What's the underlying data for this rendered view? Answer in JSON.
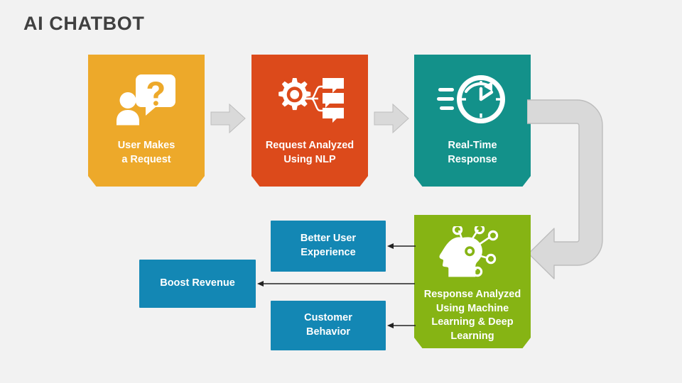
{
  "page": {
    "title": "AI CHATBOT",
    "background_color": "#f2f2f2",
    "title_color": "#404040"
  },
  "palette": {
    "orange": "#eda92a",
    "red_orange": "#dc4a1b",
    "teal": "#13918a",
    "green": "#86b414",
    "blue": "#1387b4",
    "gray_arrow": "#d9d9d9",
    "thin_arrow": "#222222"
  },
  "flow": {
    "steps": [
      {
        "id": "user-request",
        "label": "User Makes\na Request",
        "color": "#eda92a",
        "icon": "user-question-bubble-icon"
      },
      {
        "id": "request-analyzed-nlp",
        "label": "Request Analyzed\nUsing NLP",
        "color": "#dc4a1b",
        "icon": "gear-chat-bubbles-icon"
      },
      {
        "id": "real-time-response",
        "label": "Real-Time\nResponse",
        "color": "#13918a",
        "icon": "fast-clock-icon"
      },
      {
        "id": "response-analyzed-ml",
        "label": "Response Analyzed\nUsing Machine\nLearning & Deep\nLearning",
        "color": "#86b414",
        "icon": "ai-head-network-icon"
      }
    ],
    "outcomes": [
      {
        "id": "better-user-experience",
        "label": "Better User\nExperience",
        "color": "#1387b4"
      },
      {
        "id": "boost-revenue",
        "label": "Boost Revenue",
        "color": "#1387b4"
      },
      {
        "id": "customer-behavior",
        "label": "Customer\nBehavior",
        "color": "#1387b4"
      }
    ],
    "connectors": [
      {
        "id": "arrow-user-to-nlp",
        "type": "block-arrow-right"
      },
      {
        "id": "arrow-nlp-to-realtime",
        "type": "block-arrow-right"
      },
      {
        "id": "arrow-realtime-to-ml",
        "type": "curved-loop-arrow-left"
      },
      {
        "id": "arrow-ml-to-bux",
        "type": "line-arrow-left"
      },
      {
        "id": "arrow-ml-to-revenue",
        "type": "line-arrow-left"
      },
      {
        "id": "arrow-ml-to-customer",
        "type": "line-arrow-left"
      }
    ]
  }
}
